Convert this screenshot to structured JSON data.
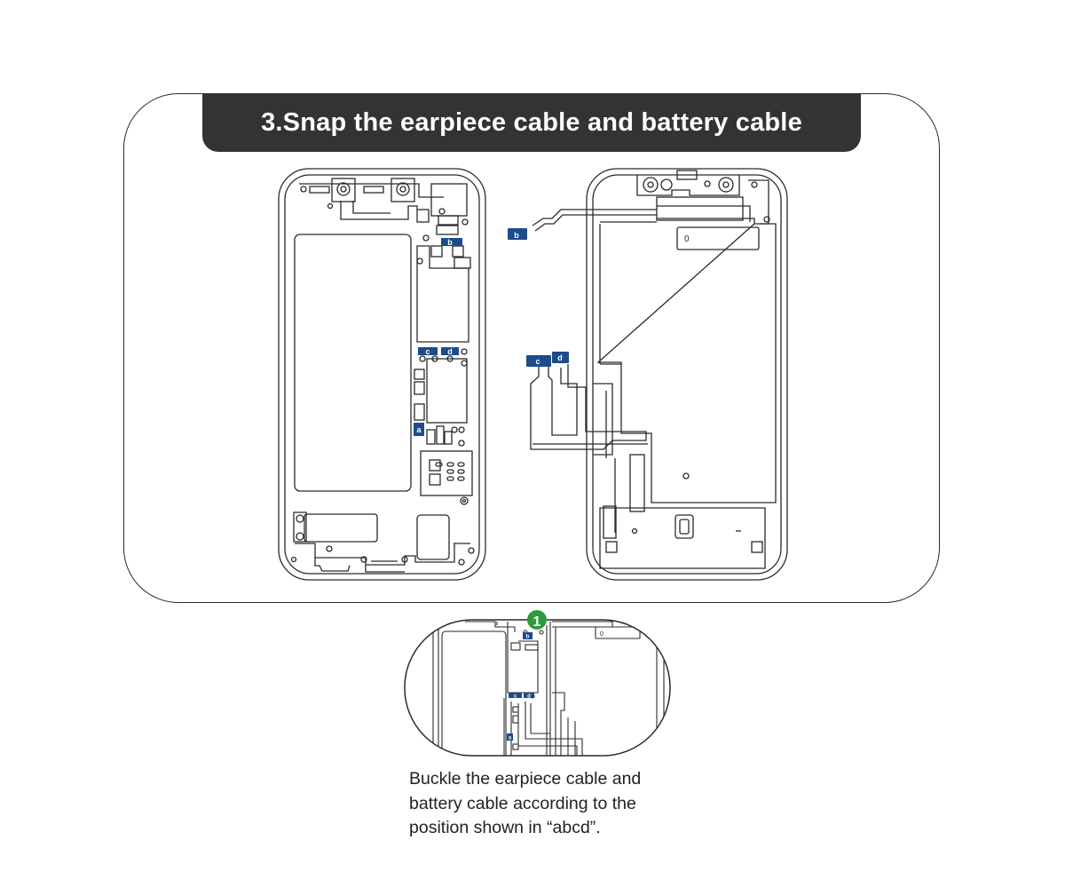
{
  "title": "3.Snap the earpiece cable and battery cable",
  "connector_labels": {
    "a": "a",
    "b": "b",
    "c": "c",
    "d": "d"
  },
  "right_box_label": "0",
  "step_badge": "1",
  "caption": "Buckle the earpiece cable and\nbattery cable according to the\nposition shown in  “abcd”.",
  "colors": {
    "connector": "#1c4c8c",
    "badge": "#2e9a3e",
    "title_bg": "#333333",
    "line": "#2a2a2a"
  }
}
